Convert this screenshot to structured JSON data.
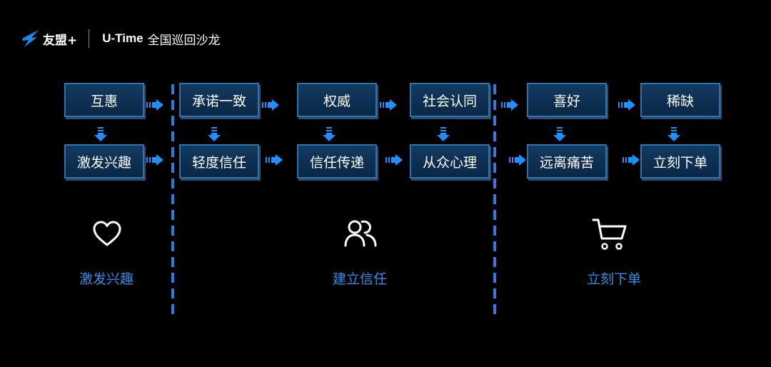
{
  "header": {
    "brand": "友盟+",
    "event": "U-Time",
    "event_sub": "全国巡回沙龙"
  },
  "colors": {
    "background": "#000000",
    "box_fill": "#0f3358",
    "box_border": "#2d73b0",
    "accent_blue": "#2f8fe8",
    "text": "#ffffff"
  },
  "flow": {
    "row1": [
      "互惠",
      "承诺一致",
      "权威",
      "社会认同",
      "喜好",
      "稀缺"
    ],
    "row2": [
      "激发兴趣",
      "轻度信任",
      "信任传递",
      "从众心理",
      "远离痛苦",
      "立刻下单"
    ]
  },
  "categories": [
    {
      "label": "激发兴趣",
      "icon": "heart-icon"
    },
    {
      "label": "建立信任",
      "icon": "users-icon"
    },
    {
      "label": "立刻下单",
      "icon": "cart-icon"
    }
  ]
}
